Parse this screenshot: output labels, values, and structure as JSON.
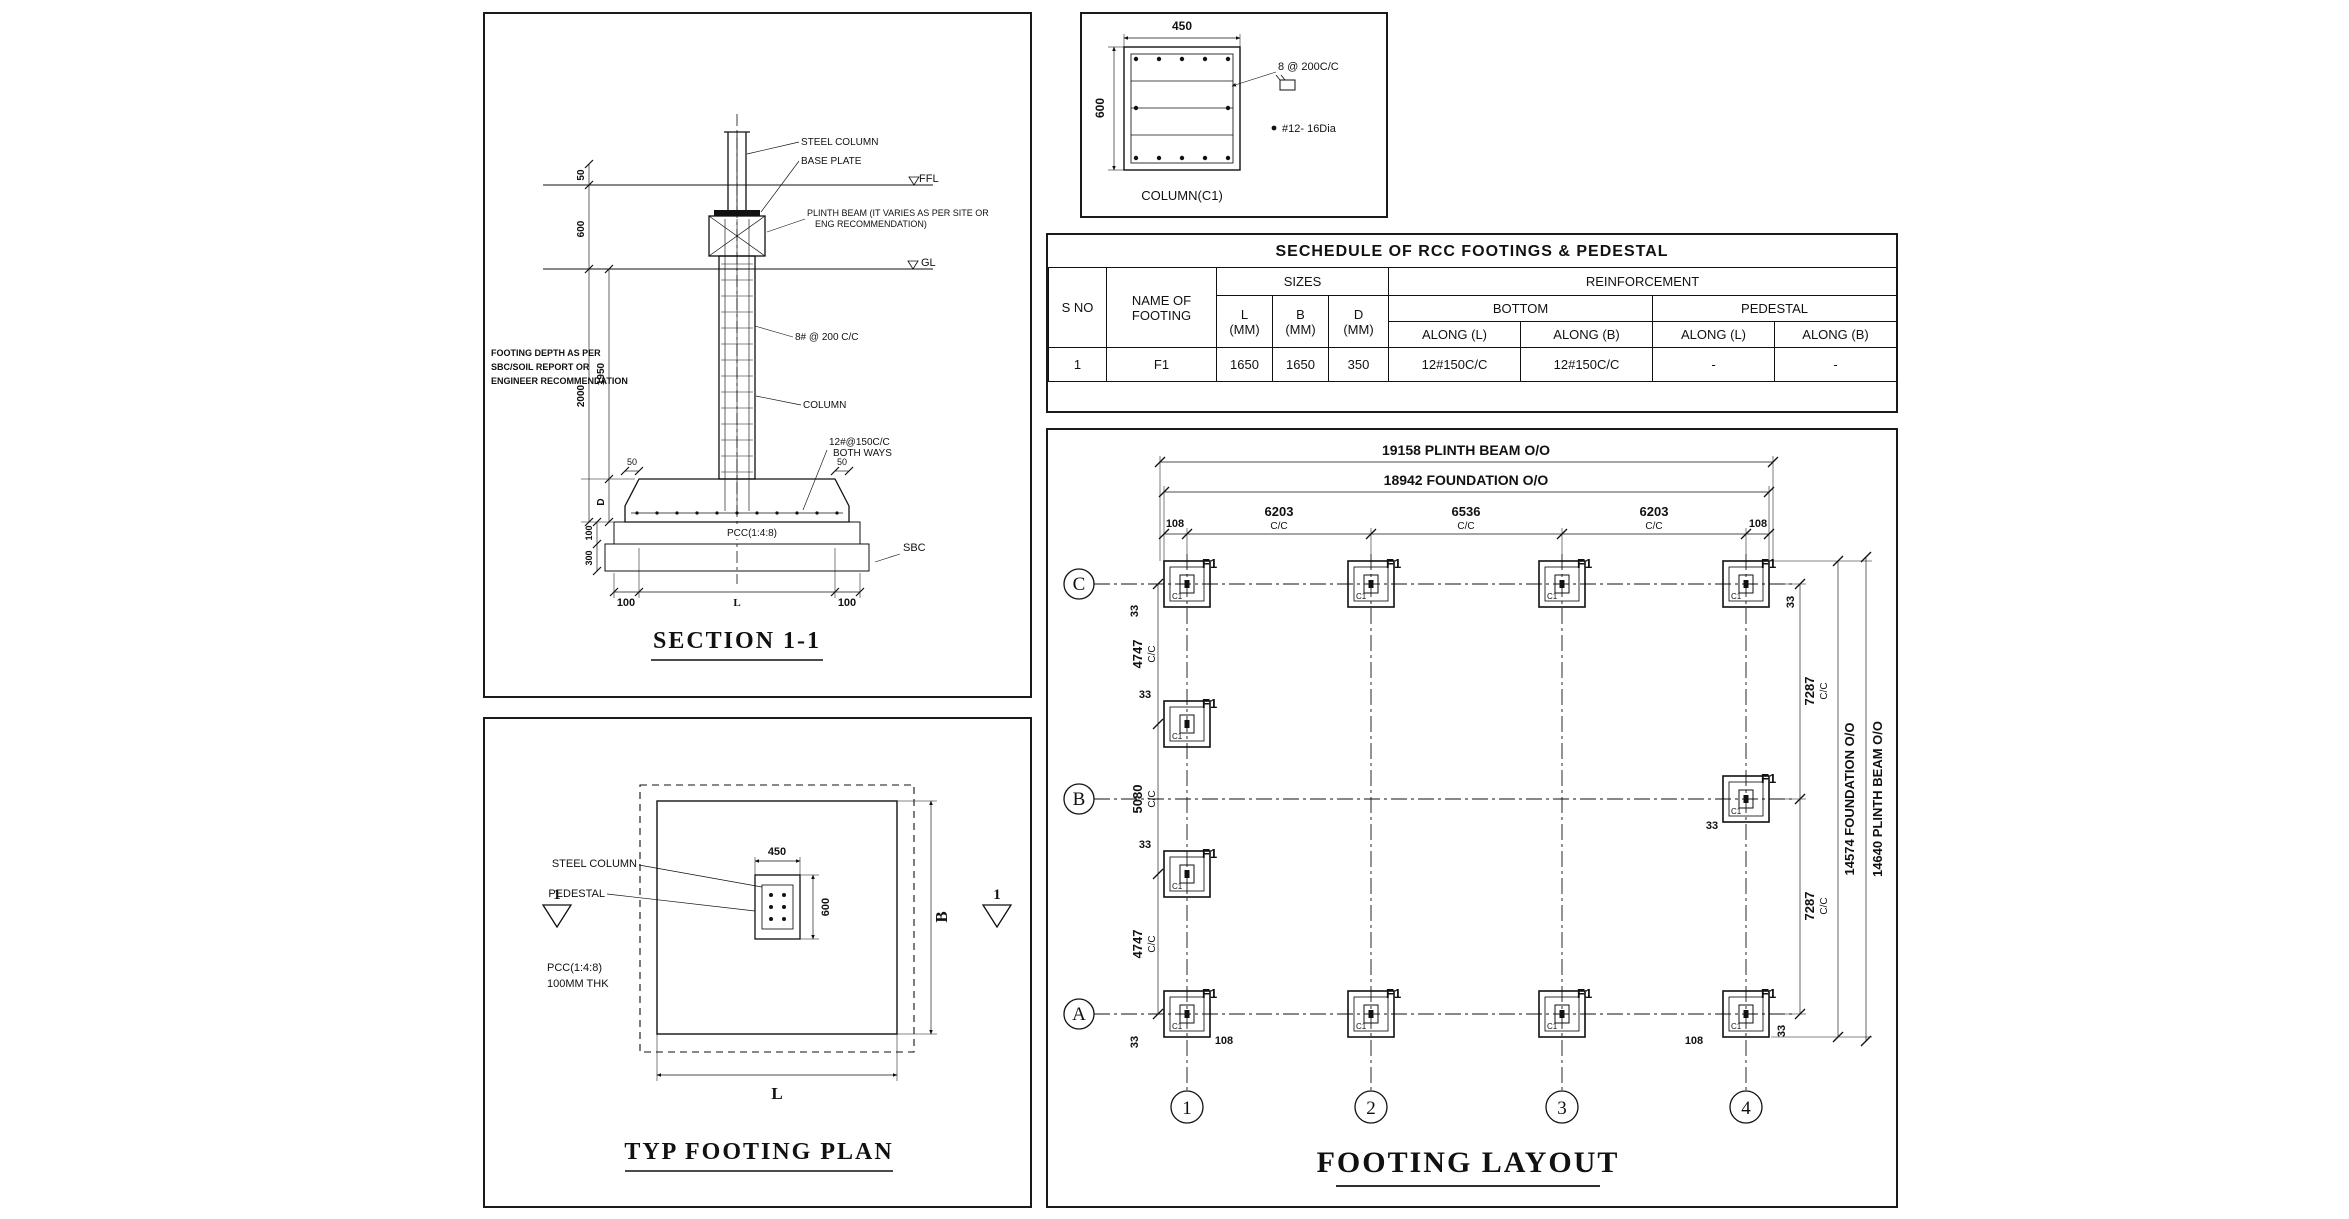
{
  "section": {
    "title": "SECTION 1-1",
    "labels": {
      "steel_column": "STEEL COLUMN",
      "base_plate": "BASE PLATE",
      "ffl": "FFL",
      "gl": "GL",
      "plinth_1": "PLINTH BEAM (IT VARIES AS PER SITE OR",
      "plinth_2": "ENG RECOMMENDATION)",
      "ties": "8# @ 200 C/C",
      "column": "COLUMN",
      "mesh_1": "12#@150C/C",
      "mesh_2": "BOTH WAYS",
      "pcc": "PCC(1:4:8)",
      "sbc": "SBC",
      "note_1": "FOOTING DEPTH AS PER",
      "note_2": "SBC/SOIL REPORT OR",
      "note_3": "ENGINEER RECOMMENDATION"
    },
    "dims": {
      "top_offset": "50",
      "ffl_gl": "600",
      "gl_base": "2000",
      "gl_footing": "1950",
      "depth": "D",
      "pcc_thk": "100",
      "fill_thk": "300",
      "edge_l": "50",
      "edge_r": "50",
      "proj_l": "100",
      "len": "L",
      "proj_r": "100"
    }
  },
  "column_detail": {
    "caption": "COLUMN(C1)",
    "width": "450",
    "height": "600",
    "tie_note": "8 @ 200C/C",
    "bar_note": "#12- 16Dia"
  },
  "schedule": {
    "title": "SECHEDULE OF RCC FOOTINGS & PEDESTAL",
    "head": {
      "s_no": "S NO",
      "name": "NAME OF FOOTING",
      "sizes": "SIZES",
      "reinforcement": "REINFORCEMENT",
      "l1": "L",
      "b1": "B",
      "d1": "D",
      "mm": "(MM)",
      "bottom": "BOTTOM",
      "pedestal": "PEDESTAL",
      "along_l": "ALONG (L)",
      "along_b": "ALONG (B)"
    },
    "row": {
      "s_no": "1",
      "name": "F1",
      "l": "1650",
      "b": "1650",
      "d": "350",
      "bot_l": "12#150C/C",
      "bot_b": "12#150C/C",
      "ped_l": "-",
      "ped_b": "-"
    }
  },
  "plan": {
    "title": "TYP FOOTING PLAN",
    "labels": {
      "steel_column": "STEEL COLUMN",
      "pedestal": "PEDESTAL",
      "pcc_1": "PCC(1:4:8)",
      "pcc_2": "100MM THK"
    },
    "dims": {
      "ped_w": "450",
      "ped_h": "600",
      "width": "B",
      "length": "L"
    },
    "mark": "1"
  },
  "layout": {
    "title": "FOOTING LAYOUT",
    "rows": [
      "C",
      "B",
      "A"
    ],
    "cols": [
      "1",
      "2",
      "3",
      "4"
    ],
    "footing_label": "F1",
    "pedestal_label": "C1",
    "cc": "C/C",
    "top": {
      "plinth": "19158 PLINTH BEAM O/O",
      "foundation": "18942 FOUNDATION O/O",
      "off_l": "108",
      "s1": "6203",
      "s2": "6536",
      "s3": "6203",
      "off_r": "108"
    },
    "left": {
      "s1": "4747",
      "s2": "5080",
      "s3": "4747"
    },
    "right": {
      "s1": "7287",
      "s2": "7287",
      "foundation": "14574 FOUNDATION O/O",
      "plinth": "14640 PLINTH BEAM O/O"
    },
    "small": {
      "d33": "33",
      "d108": "108"
    }
  }
}
